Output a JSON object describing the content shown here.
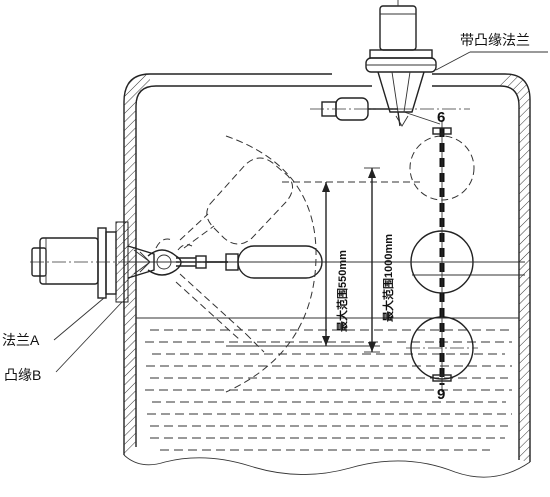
{
  "labels": {
    "top_flange": "带凸缘法兰",
    "flange_a": "法兰A",
    "boss_b": "凸缘B",
    "mark_top": "6",
    "mark_bottom": "9",
    "range_550": "最大范围550mm",
    "range_1000": "最大范围1000mm"
  },
  "colors": {
    "line": "#222222",
    "background": "#ffffff"
  }
}
